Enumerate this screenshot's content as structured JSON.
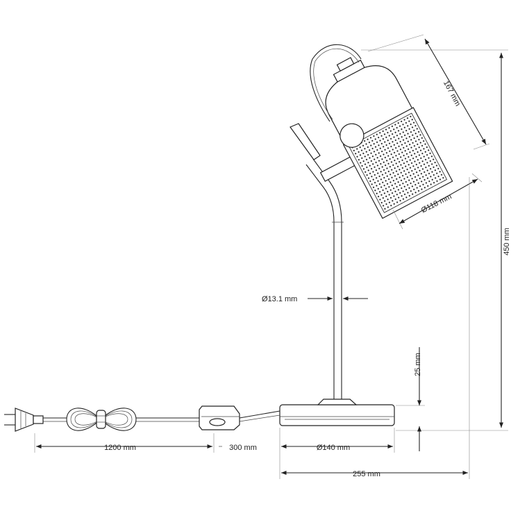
{
  "dimensions": {
    "shade_length": "167 mm",
    "shade_diameter": "Ø118 mm",
    "total_height": "450 mm",
    "stem_diameter": "Ø13.1 mm",
    "base_height": "25 mm",
    "cable_length": "1200 mm",
    "switch_distance": "300 mm",
    "base_diameter": "Ø140 mm",
    "total_width": "255 mm"
  },
  "colors": {
    "line": "#222222",
    "background": "#ffffff"
  },
  "icons": [
    "plug-icon",
    "coiled-cable-icon",
    "inline-switch-icon"
  ]
}
